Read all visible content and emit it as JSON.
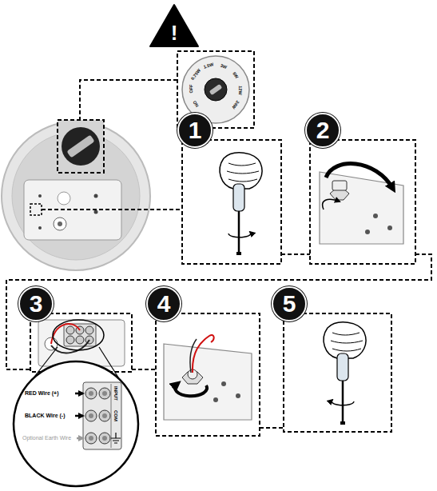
{
  "diagram": {
    "nodes": [
      {
        "text": [
          "1"
        ]
      },
      {
        "text": [
          "2"
        ]
      },
      {
        "text": [
          "3"
        ]
      },
      {
        "text": [
          "4"
        ]
      },
      {
        "text": [
          "5"
        ]
      }
    ],
    "labels": [
      "!",
      "NO",
      "OFF",
      "0.75W",
      "1.5W",
      "3W",
      "6W",
      "12W",
      "24W",
      "RED Wire (+)",
      "BLACK Wire (-)",
      "Optional Earth Wire",
      "INPUT",
      "COM"
    ]
  }
}
